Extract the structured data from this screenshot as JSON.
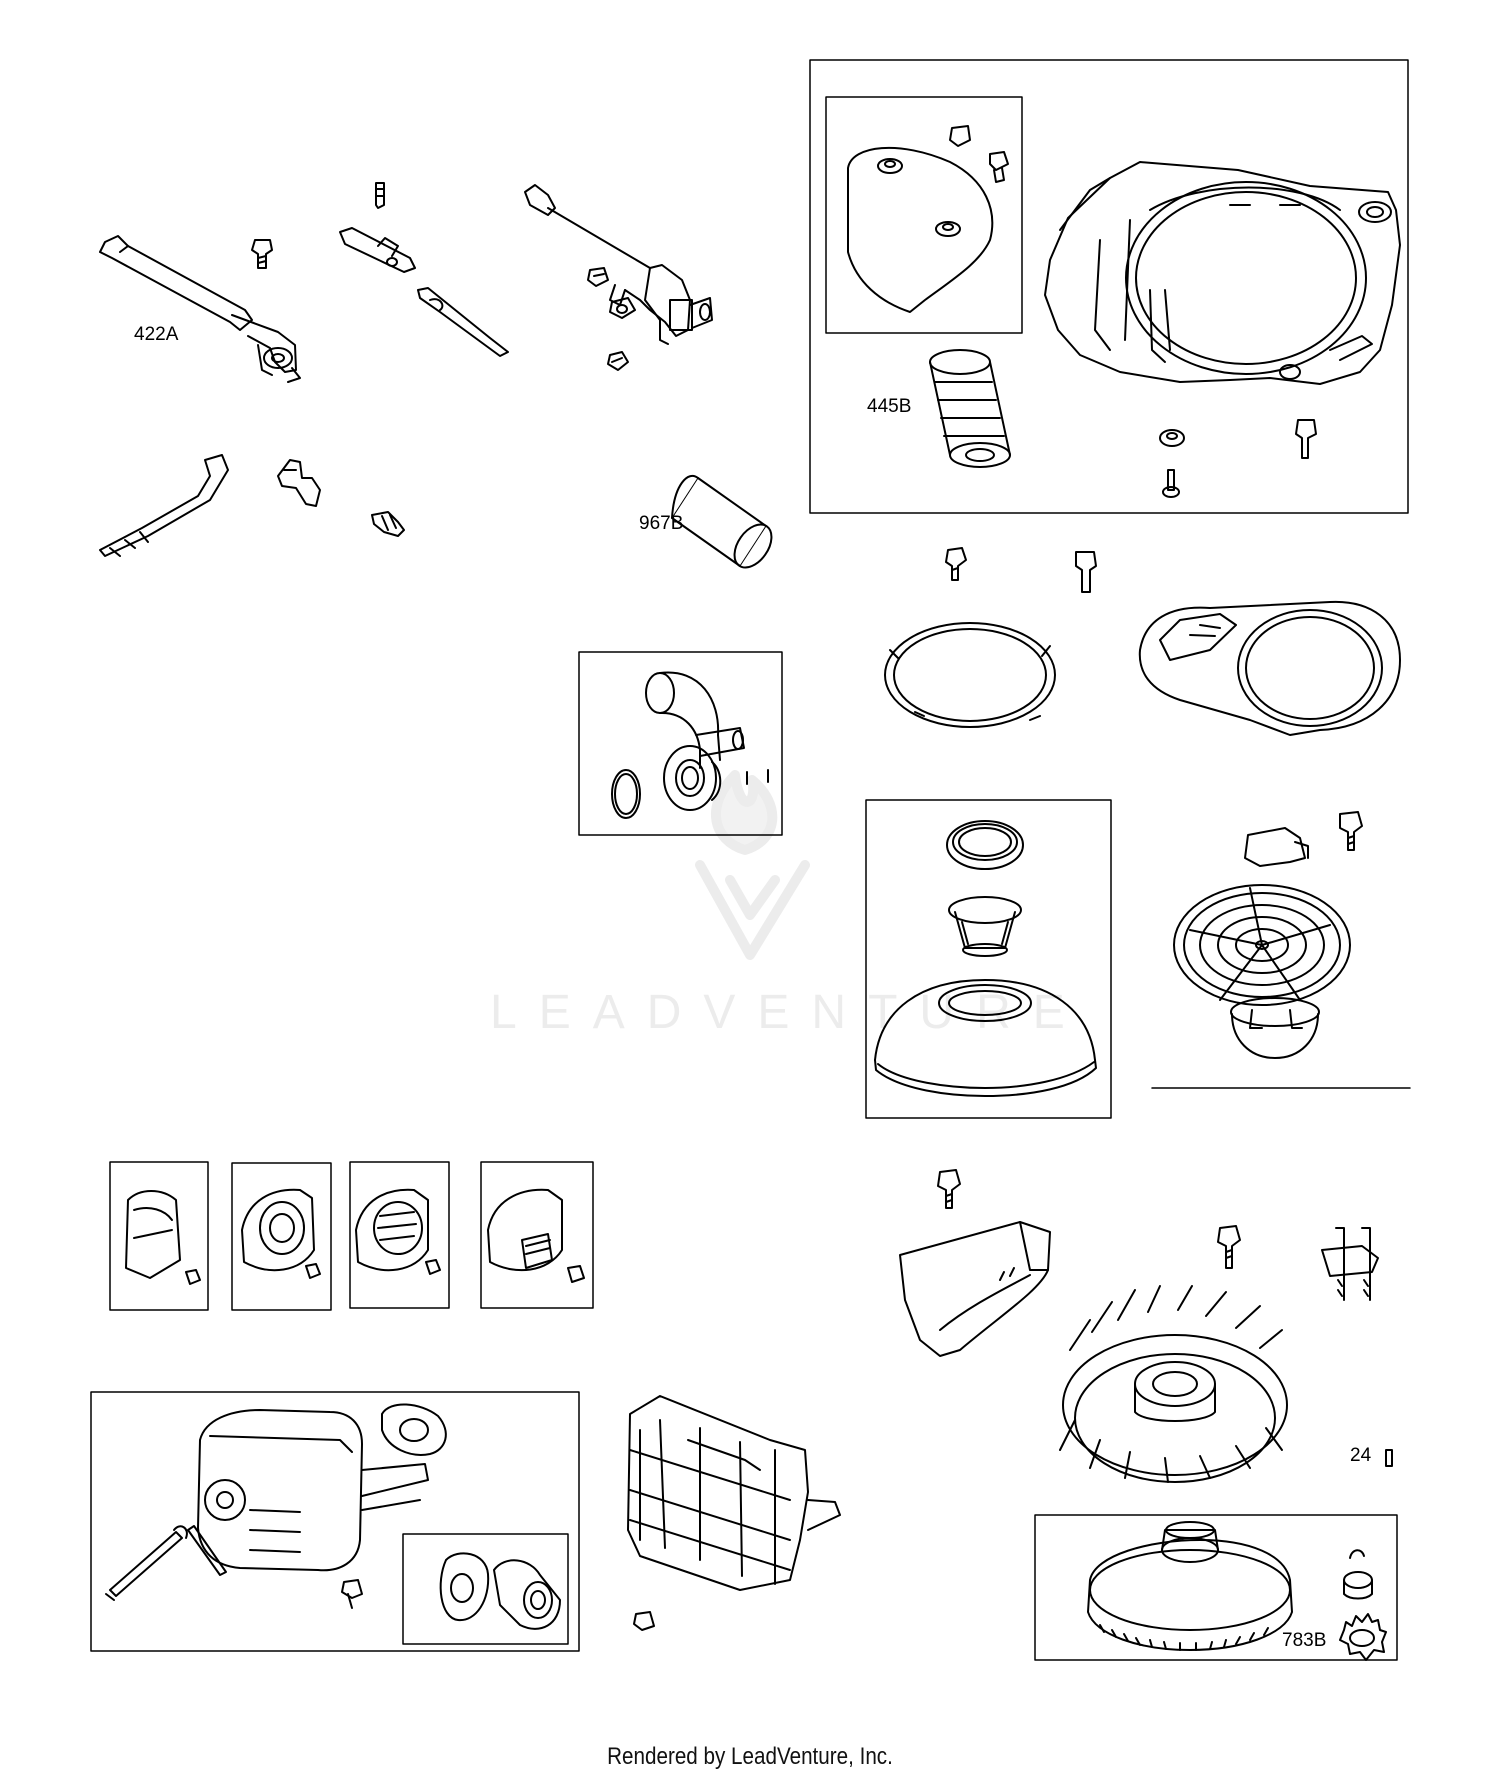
{
  "callouts": {
    "c422a": "422A",
    "c445b": "445B",
    "c967b": "967B",
    "c24": "24",
    "c783b": "783B"
  },
  "watermark": {
    "text": "LEADVENTURE"
  },
  "footer": {
    "rendered_by": "Rendered by LeadVenture, Inc."
  }
}
